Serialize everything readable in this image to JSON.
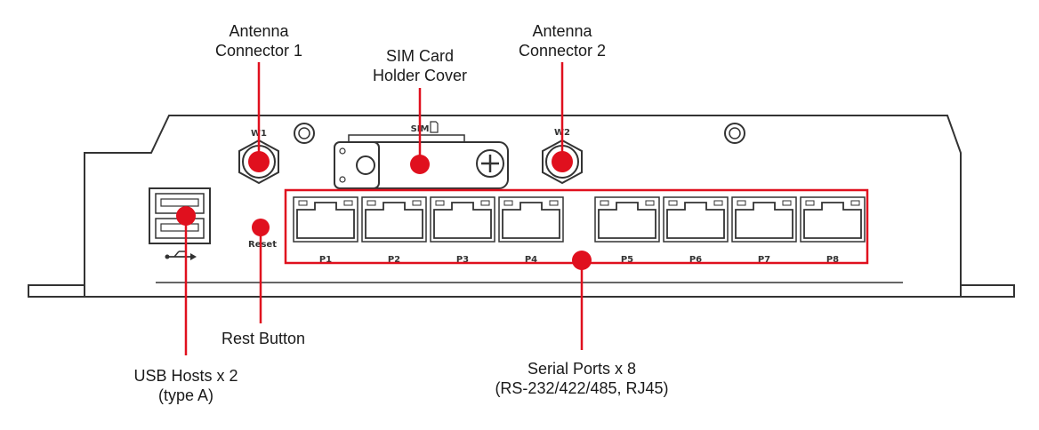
{
  "device_labels": {
    "w1": "W1",
    "w2": "W2",
    "sim": "SIM",
    "reset": "Reset",
    "ports": [
      "P1",
      "P2",
      "P3",
      "P4",
      "P5",
      "P6",
      "P7",
      "P8"
    ]
  },
  "callouts": {
    "antenna1": [
      "Antenna",
      "Connector 1"
    ],
    "sim_holder": [
      "SIM Card",
      "Holder Cover"
    ],
    "antenna2": [
      "Antenna",
      "Connector 2"
    ],
    "reset": [
      "Rest Button"
    ],
    "usb": [
      "USB Hosts x 2",
      "(type A)"
    ],
    "serial": [
      "Serial Ports x 8",
      "(RS-232/422/485, RJ45)"
    ]
  },
  "colors": {
    "accent": "#e0101e",
    "outline": "#333333",
    "text": "#1a1a1a"
  },
  "icons": [
    "usb-icon",
    "sim-card-icon",
    "screw-icon",
    "rj45-port-icon",
    "antenna-connector-icon"
  ]
}
